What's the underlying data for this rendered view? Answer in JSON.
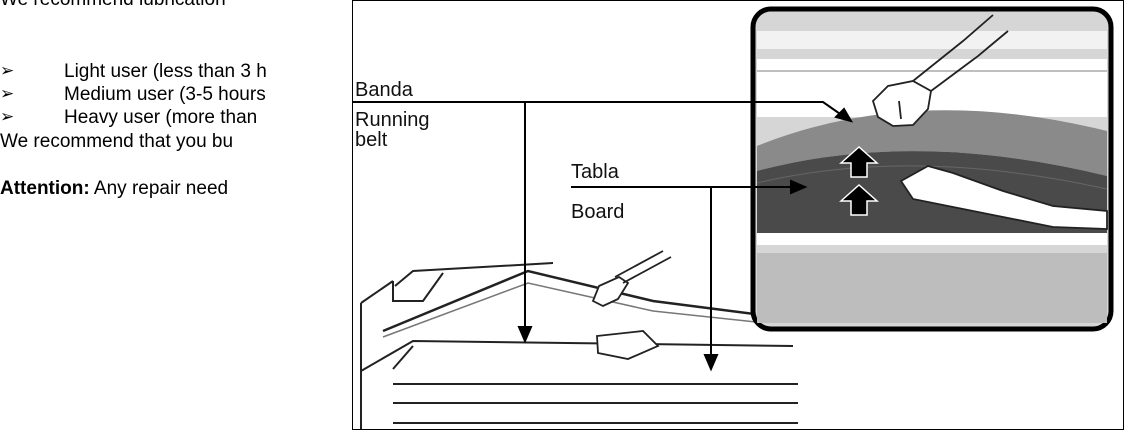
{
  "text": {
    "intro": "We recommend lubrication",
    "bullets": [
      {
        "text": "Light user (less than 3 h"
      },
      {
        "text": "Medium user (3-5 hours"
      },
      {
        "text": "Heavy user (more than"
      }
    ],
    "recommend": "We recommend that you bu",
    "attention_label": "Attention:",
    "attention_text": " Any repair need"
  },
  "figure": {
    "label_banda": "Banda",
    "label_running": "Running",
    "label_belt": "belt",
    "label_tabla": "Tabla",
    "label_board": "Board"
  },
  "colors": {
    "frame": "#000000",
    "belt_gray": "#8a8a8a",
    "board_dark": "#4a4a4a",
    "panel_light": "#c8c8c8",
    "arrow": "#000000"
  }
}
